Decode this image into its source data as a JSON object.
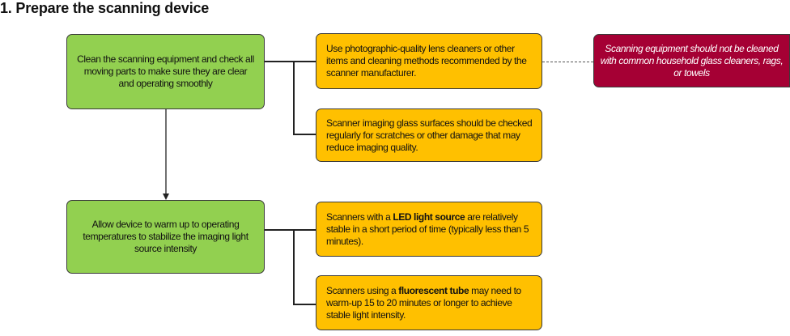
{
  "title": "1. Prepare the scanning device",
  "steps": [
    {
      "text": "Clean the scanning equipment and check all moving parts to make sure they are clear and operating smoothly",
      "notes": [
        {
          "text": "Use photographic-quality lens cleaners or other items and cleaning methods recommended by the scanner manufacturer."
        },
        {
          "text": "Scanner imaging glass surfaces should be checked regularly for scratches or other damage that may reduce imaging quality."
        }
      ],
      "warning": "Scanning equipment should not be cleaned with common household glass cleaners, rags, or towels"
    },
    {
      "text": "Allow device to warm up to operating temperatures to stabilize the imaging light source intensity",
      "notes": [
        {
          "pre": "Scanners with a ",
          "bold": "LED light source",
          "post": " are relatively stable in a short period of time (typically less than 5 minutes)."
        },
        {
          "pre": "Scanners using a ",
          "bold": "fluorescent tube",
          "post": " may need to warm-up 15 to 20 minutes or longer to achieve stable light intensity."
        }
      ]
    }
  ],
  "colors": {
    "step": "#92d050",
    "note": "#ffc000",
    "warning": "#a50034"
  }
}
